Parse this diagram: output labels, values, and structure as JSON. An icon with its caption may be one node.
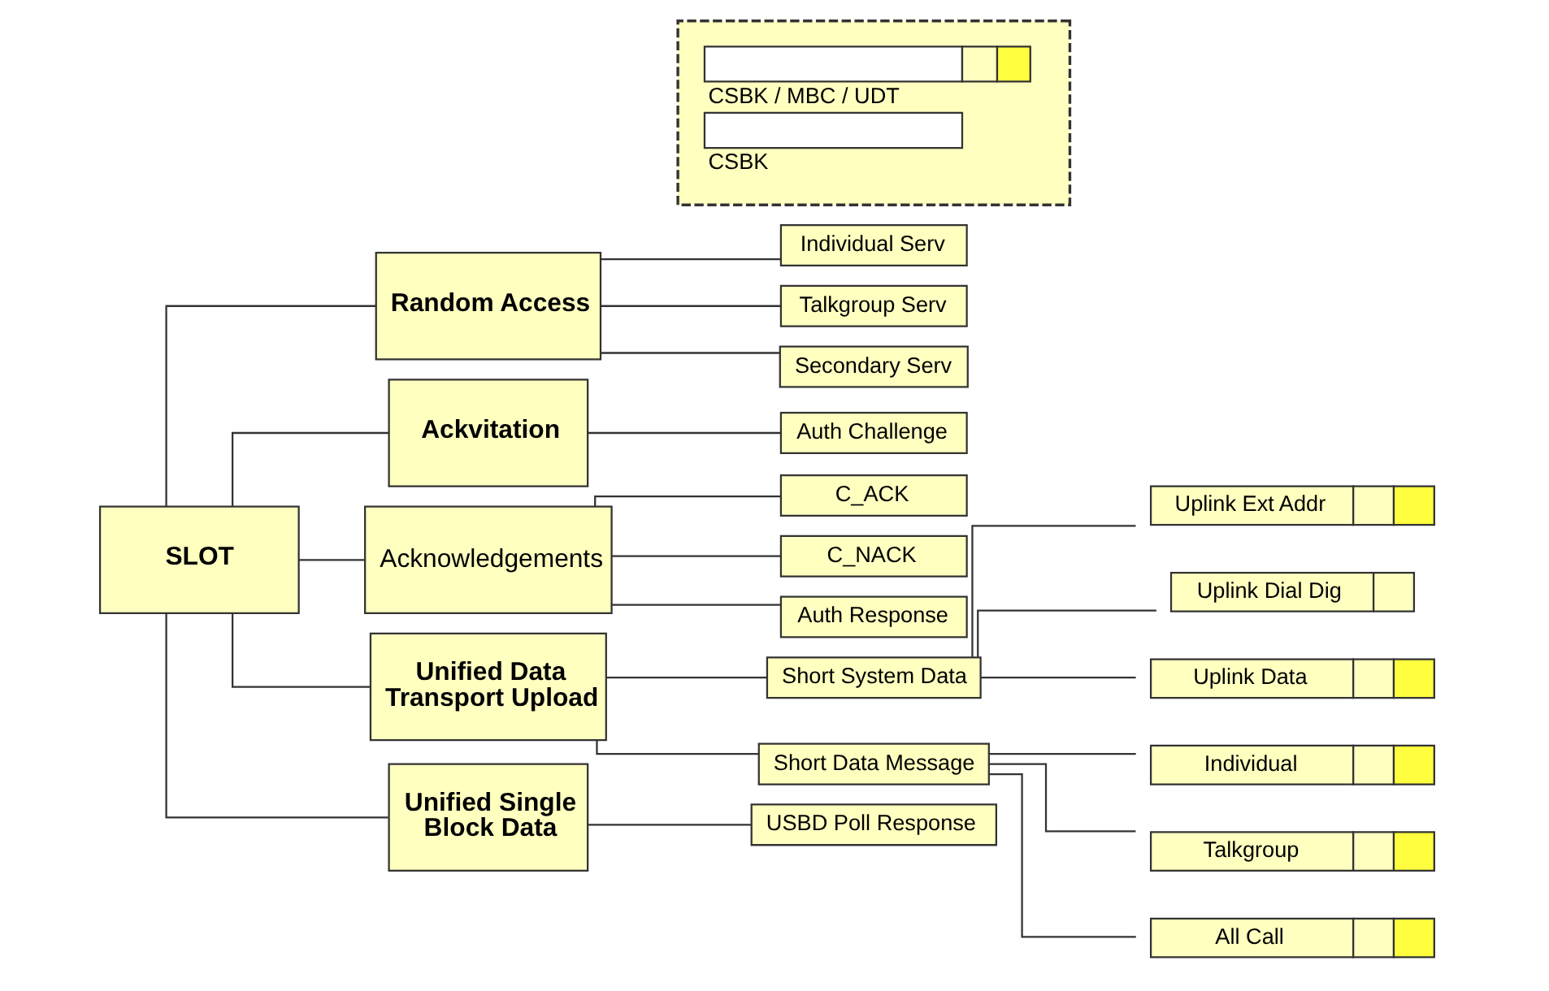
{
  "diagram": {
    "nodes": [
      {
        "text": [
          "SLOT"
        ]
      },
      {
        "text": [
          "Random Access"
        ]
      },
      {
        "text": [
          "Individual Serv"
        ]
      },
      {
        "text": [
          "Talkgroup Serv"
        ]
      },
      {
        "text": [
          "Secondary Serv"
        ]
      },
      {
        "text": [
          "Ackvitation"
        ]
      },
      {
        "text": [
          "Auth Challenge"
        ]
      },
      {
        "text": [
          "Acknowledgements"
        ]
      },
      {
        "text": [
          "C_ACK"
        ]
      },
      {
        "text": [
          "C_NACK"
        ]
      },
      {
        "text": [
          "Auth Response"
        ]
      },
      {
        "text": [
          "Unified Data Transport Upload"
        ]
      },
      {
        "text": [
          "Short System Data"
        ]
      },
      {
        "text": [
          "Uplink Ext Addr"
        ]
      },
      {
        "text": [
          "Uplink Dial Dig"
        ]
      },
      {
        "text": [
          "Uplink Data"
        ]
      },
      {
        "text": [
          "Short Data Message"
        ]
      },
      {
        "text": [
          "Individual"
        ]
      },
      {
        "text": [
          "Talkgroup"
        ]
      },
      {
        "text": [
          "All Call"
        ]
      },
      {
        "text": [
          "Unified Single Block Data"
        ]
      },
      {
        "text": [
          "USBD Poll Response"
        ]
      }
    ],
    "edges": [
      {
        "from": 0,
        "to": 1,
        "arrow": "none"
      },
      {
        "from": 1,
        "to": 2,
        "arrow": "none"
      },
      {
        "from": 1,
        "to": 3,
        "arrow": "none"
      },
      {
        "from": 1,
        "to": 4,
        "arrow": "none"
      },
      {
        "from": 0,
        "to": 5,
        "arrow": "none"
      },
      {
        "from": 5,
        "to": 6,
        "arrow": "none"
      },
      {
        "from": 0,
        "to": 7,
        "arrow": "none"
      },
      {
        "from": 7,
        "to": 8,
        "arrow": "none"
      },
      {
        "from": 7,
        "to": 9,
        "arrow": "none"
      },
      {
        "from": 7,
        "to": 10,
        "arrow": "none"
      },
      {
        "from": 0,
        "to": 11,
        "arrow": "none"
      },
      {
        "from": 11,
        "to": 12,
        "arrow": "none"
      },
      {
        "from": 12,
        "to": 13,
        "arrow": "none"
      },
      {
        "from": 12,
        "to": 14,
        "arrow": "none"
      },
      {
        "from": 12,
        "to": 15,
        "arrow": "none"
      },
      {
        "from": 11,
        "to": 16,
        "arrow": "none"
      },
      {
        "from": 16,
        "to": 17,
        "arrow": "none"
      },
      {
        "from": 16,
        "to": 18,
        "arrow": "none"
      },
      {
        "from": 16,
        "to": 19,
        "arrow": "none"
      },
      {
        "from": 0,
        "to": 20,
        "arrow": "none"
      },
      {
        "from": 20,
        "to": 21,
        "arrow": "none"
      }
    ],
    "legend": [
      {
        "text": "CSBK / MBC / UDT"
      },
      {
        "text": "CSBK"
      }
    ]
  }
}
